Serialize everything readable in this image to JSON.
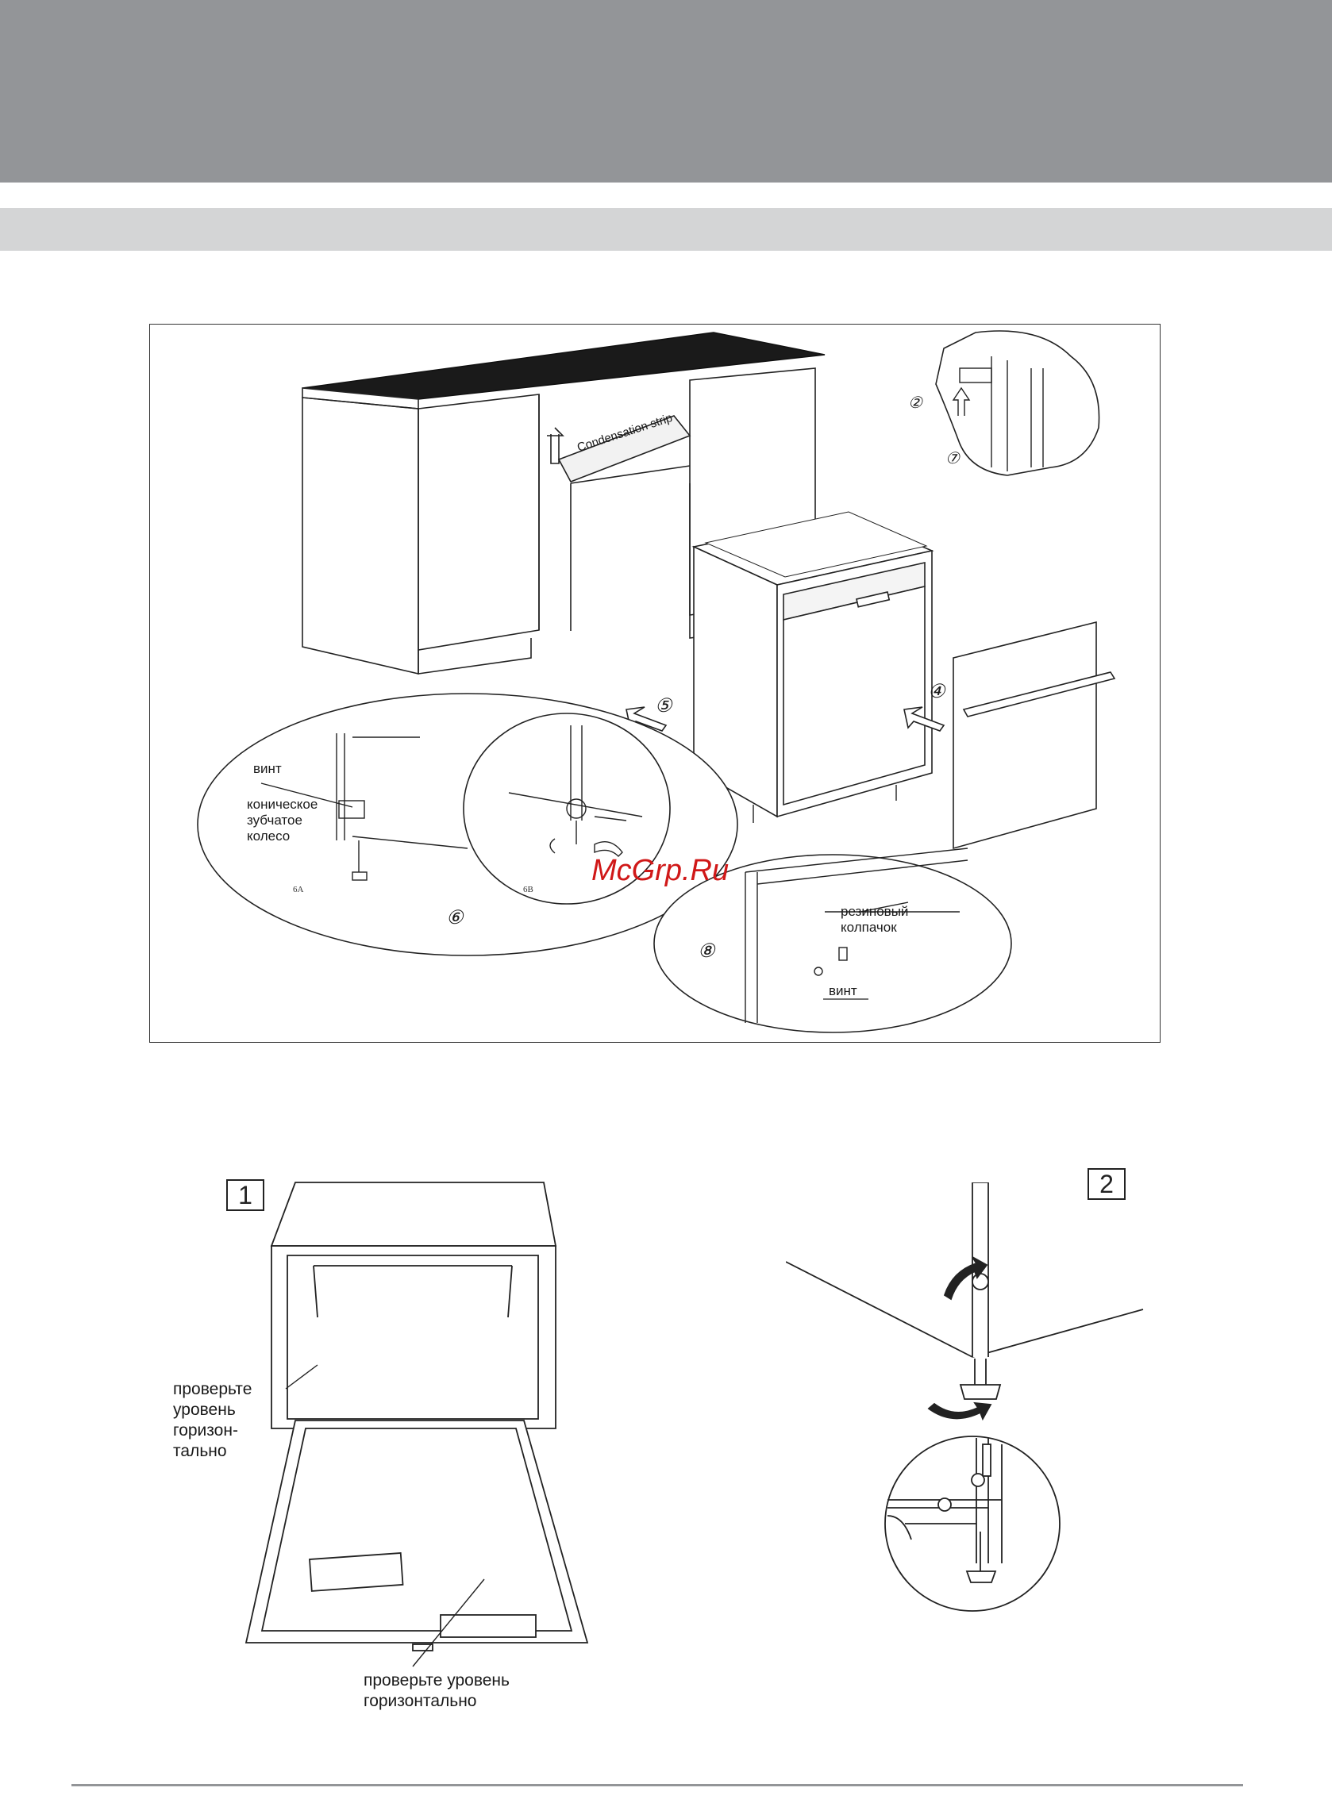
{
  "installation_figure": {
    "strip_label": "Condensation strip",
    "step_5": "⑤",
    "step_6": "⑥",
    "step_7": "⑦",
    "step_8": "⑧",
    "step_2": "②",
    "step_4": "④",
    "screw_label": "винт",
    "gear_label": "коническое\nзубчатое\nколесо",
    "sub_6a": "6A",
    "sub_6b": "6B",
    "cap_label": "резиновый\nколпачок",
    "screw_label_2": "винт",
    "watermark": "McGrp.Ru"
  },
  "leveling": {
    "fig1_number": "1",
    "fig2_number": "2",
    "check_level_side": "проверьте\nуровень\nгоризон-\nтально",
    "check_level_bottom": "проверьте уровень\nгоризонтально"
  }
}
